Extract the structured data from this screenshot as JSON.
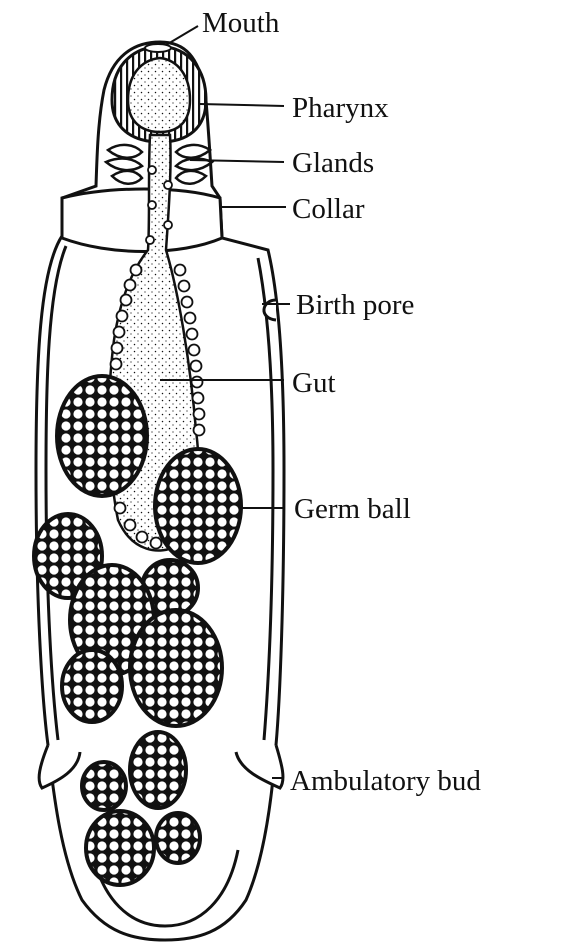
{
  "diagram": {
    "labels": {
      "mouth": "Mouth",
      "pharynx": "Pharynx",
      "glands": "Glands",
      "collar": "Collar",
      "birth_pore": "Birth pore",
      "gut": "Gut",
      "germ_ball": "Germ ball",
      "ambulatory_bud": "Ambulatory bud"
    },
    "colors": {
      "ink": "#111111",
      "paper": "#ffffff"
    }
  }
}
